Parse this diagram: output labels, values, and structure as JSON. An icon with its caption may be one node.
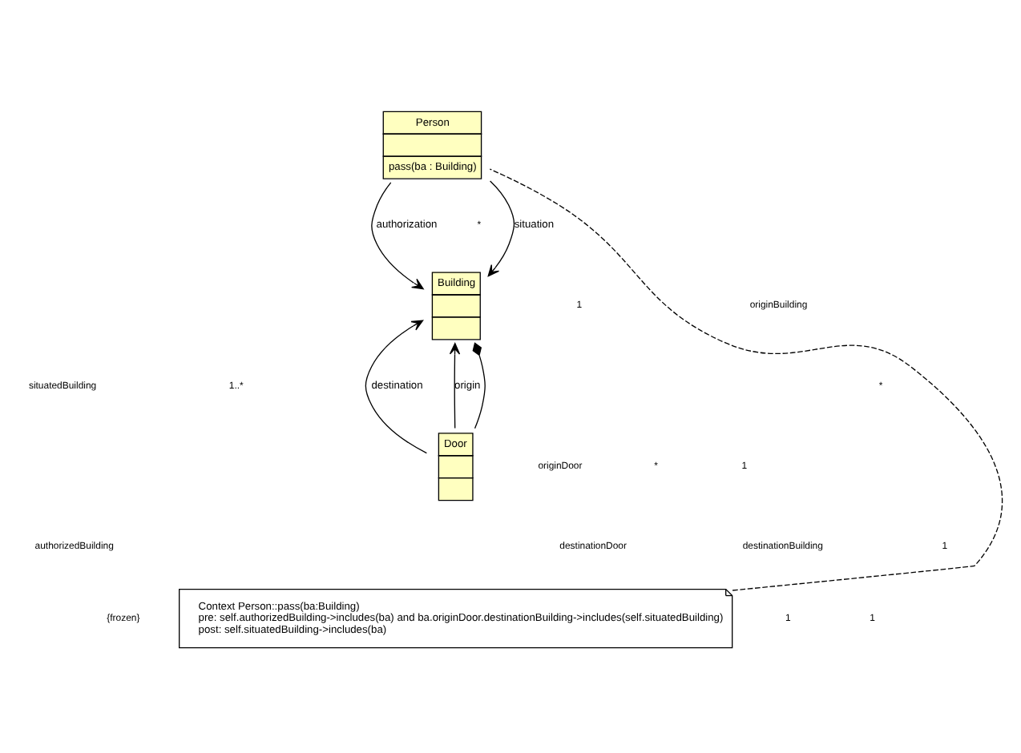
{
  "diagram": {
    "nodes": [
      {
        "text": [
          "Person",
          "pass(ba : Building)"
        ]
      },
      {
        "text": [
          "Building"
        ]
      },
      {
        "text": [
          "Door"
        ]
      },
      {
        "text": [
          "Context Person::pass(ba:Building)",
          "pre: self.authorizedBuilding->includes(ba) and ba.originDoor.destinationBuilding->includes(self.situatedBuilding)",
          "post: self.situatedBuilding->includes(ba)"
        ]
      }
    ],
    "edges": [
      {
        "from": 0,
        "to": 1,
        "arrow": "to",
        "label": "situation"
      },
      {
        "from": 0,
        "to": 1,
        "arrow": "to",
        "label": "authorization"
      },
      {
        "from": 2,
        "to": 1,
        "arrow": "to",
        "label": "destination"
      },
      {
        "from": 2,
        "to": 1,
        "arrow": "to",
        "label": "origin"
      },
      {
        "from": 1,
        "to": 2,
        "arrow": "other"
      },
      {
        "from": 3,
        "to": 0,
        "arrow": "none",
        "style": "dashed"
      }
    ],
    "labels": [
      "*",
      "1",
      "situatedBuilding",
      "authorizedBuilding",
      "*",
      "{frozen}",
      "1..*",
      "destinationBuilding",
      "1",
      "1",
      "originBuilding",
      "destinationDoor",
      "1",
      "1",
      "originDoor",
      "*"
    ]
  }
}
